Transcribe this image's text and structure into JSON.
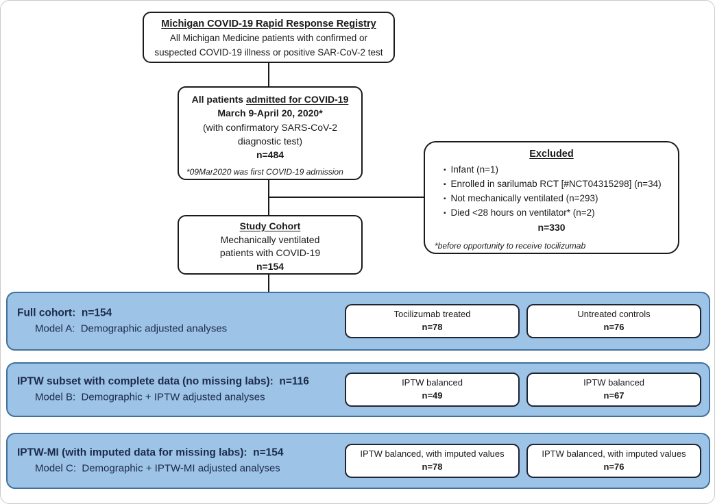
{
  "diagram": {
    "registry": {
      "title": "Michigan COVID-19 Rapid Response Registry",
      "line1": "All Michigan Medicine patients with confirmed or",
      "line2": "suspected COVID-19 illness or positive SAR-CoV-2 test"
    },
    "admitted": {
      "title_plain": "All patients ",
      "title_underline": "admitted for COVID-19",
      "dates": "March 9-April 20, 2020*",
      "detail1": "(with confirmatory SARS-CoV-2",
      "detail2": "diagnostic test)",
      "n": "n=484",
      "footnote": "*09Mar2020 was first COVID-19 admission"
    },
    "excluded": {
      "title": "Excluded",
      "bullet": "▪",
      "items": [
        "Infant (n=1)",
        "Enrolled in sarilumab RCT [#NCT04315298] (n=34)",
        "Not mechanically ventilated (n=293)",
        "Died <28 hours on ventilator* (n=2)"
      ],
      "n": "n=330",
      "footnote": "*before opportunity to receive tocilizumab"
    },
    "study_cohort": {
      "title": "Study Cohort",
      "line1": "Mechanically ventilated",
      "line2": "patients with COVID-19",
      "n": "n=154"
    },
    "bands": [
      {
        "title": "Full cohort:  n=154",
        "subtitle": "Model A:  Demographic adjusted analyses",
        "left_box": {
          "label": "Tocilizumab treated",
          "n": "n=78"
        },
        "right_box": {
          "label": "Untreated controls",
          "n": "n=76"
        }
      },
      {
        "title": "IPTW subset with complete data (no missing labs):  n=116",
        "subtitle": "Model B:  Demographic + IPTW adjusted analyses",
        "left_box": {
          "label": "IPTW balanced",
          "n": "n=49"
        },
        "right_box": {
          "label": "IPTW balanced",
          "n": "n=67"
        }
      },
      {
        "title": "IPTW-MI (with imputed data for missing labs):  n=154",
        "subtitle": "Model C:  Demographic + IPTW-MI adjusted analyses",
        "left_box": {
          "label": "IPTW balanced, with imputed values",
          "n": "n=78"
        },
        "right_box": {
          "label": "IPTW balanced, with imputed values",
          "n": "n=76"
        }
      }
    ],
    "colors": {
      "band_fill": "#9DC3E6",
      "band_border": "#41719C",
      "band_text": "#1b2a4a",
      "node_border": "#1a1a1a"
    }
  }
}
